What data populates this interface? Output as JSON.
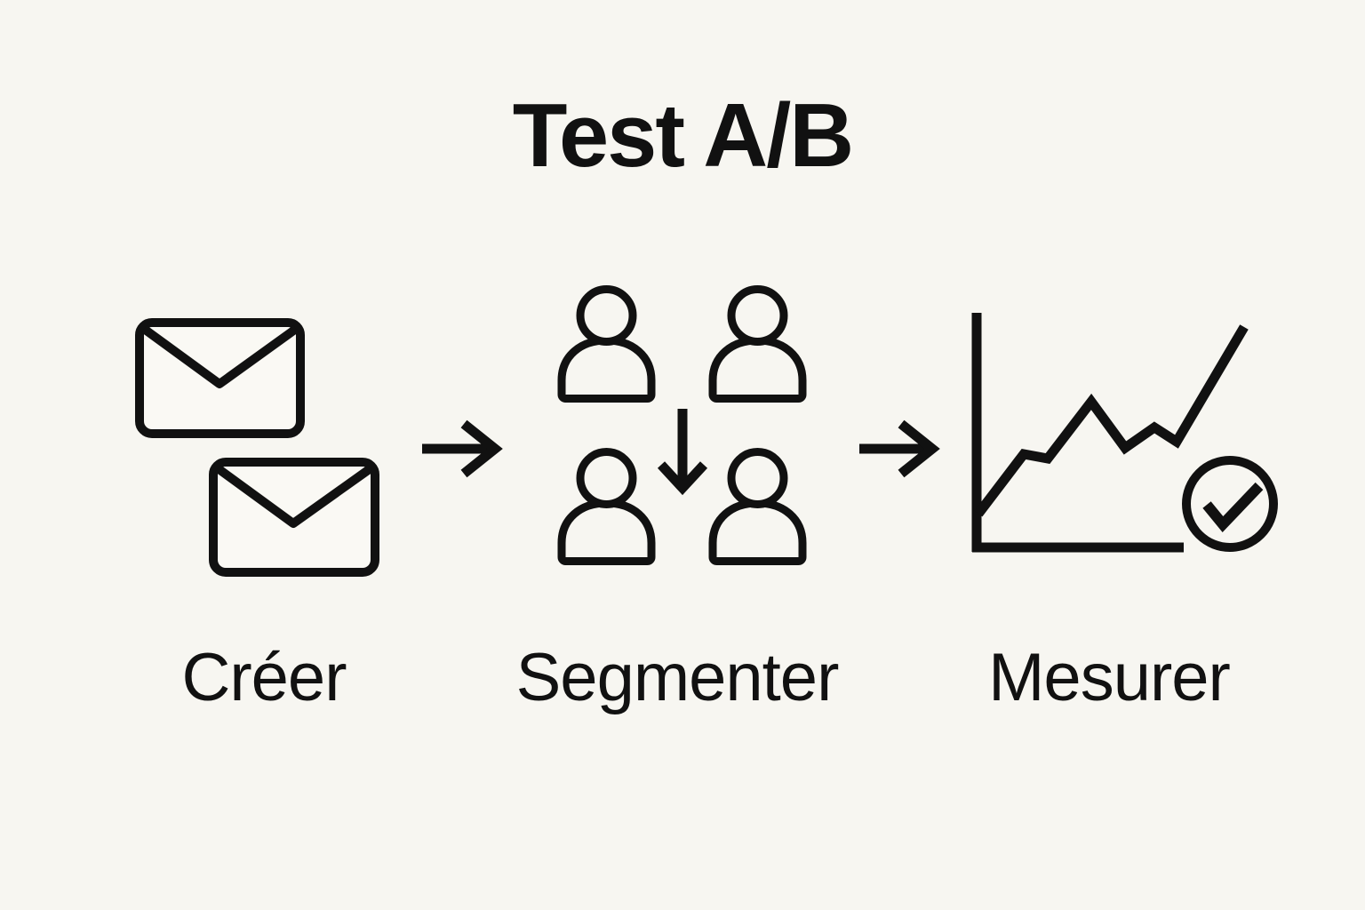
{
  "title": "Test A/B",
  "colors": {
    "background": "#F7F6F1",
    "ink": "#111111",
    "fill_light": "#FAF9F4"
  },
  "steps": [
    {
      "label": "Créer",
      "icon": "envelopes-icon"
    },
    {
      "label": "Segmenter",
      "icon": "audience-split-icon"
    },
    {
      "label": "Mesurer",
      "icon": "growth-chart-check-icon"
    }
  ],
  "connectors": [
    {
      "icon": "right-arrow-icon"
    },
    {
      "icon": "right-arrow-icon"
    }
  ]
}
